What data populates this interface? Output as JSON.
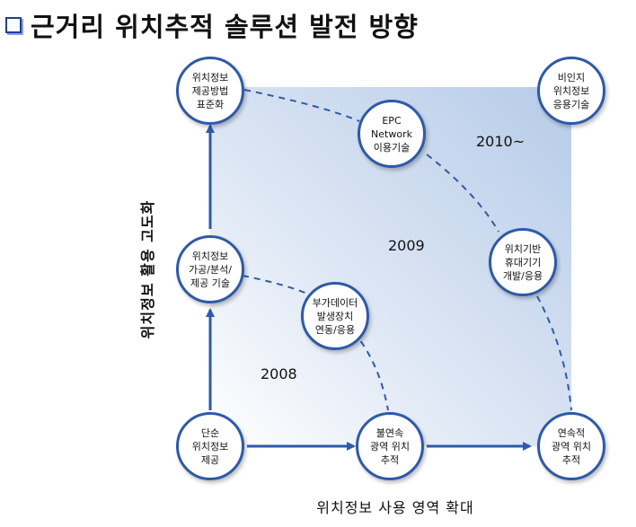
{
  "title": "근거리 위치추적 솔루션 발전 방향",
  "axis": {
    "x_label": "위치정보 사용 영역 확대",
    "y_label": "위치정보 활용 고도화"
  },
  "periods": {
    "p2008": "2008",
    "p2009": "2009",
    "p2010": "2010~"
  },
  "nodes": {
    "simple": "단순\n위치정보\n제공",
    "discontinuous": "불연속\n광역 위치\n추적",
    "continuous": "연속적\n광역 위치\n추적",
    "processing": "위치정보\n가공/분석/\n제공 기술",
    "value_added": "부가데이터\n발생장치\n연동/응용",
    "portable": "위치기반\n휴대기기\n개발/응용",
    "standardization": "위치정보\n제공방법\n표준화",
    "epc": "EPC\nNetwork\n이용기술",
    "non_visible": "비인지\n위치정보\n응용기술"
  },
  "colors": {
    "arrow": "#2e5aa8",
    "node_border": "#2e5aa8",
    "gradient_end": "#b6cbe8"
  }
}
